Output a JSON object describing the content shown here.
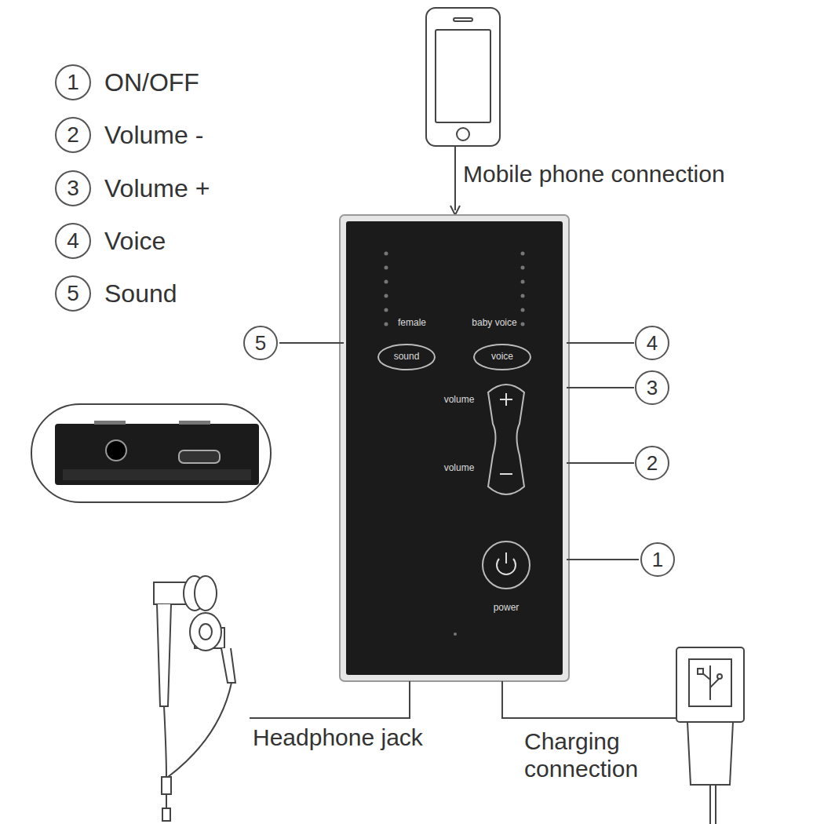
{
  "diagram": {
    "nodes": [
      {
        "text": [
          "1"
        ]
      },
      {
        "text": [
          "2"
        ]
      },
      {
        "text": [
          "3"
        ]
      },
      {
        "text": [
          "4"
        ]
      },
      {
        "text": [
          "5"
        ]
      },
      {
        "text": [
          "5"
        ]
      },
      {
        "text": [
          "4"
        ]
      },
      {
        "text": [
          "3"
        ]
      },
      {
        "text": [
          "2"
        ]
      },
      {
        "text": [
          "1"
        ]
      }
    ],
    "labels": [
      "ON/OFF",
      "Volume -",
      "Volume +",
      "Voice",
      "Sound",
      "Mobile phone connection",
      "Headphone jack",
      "Charging connection",
      "female",
      "baby voice",
      "sound",
      "voice",
      "volume",
      "volume",
      "power"
    ]
  }
}
